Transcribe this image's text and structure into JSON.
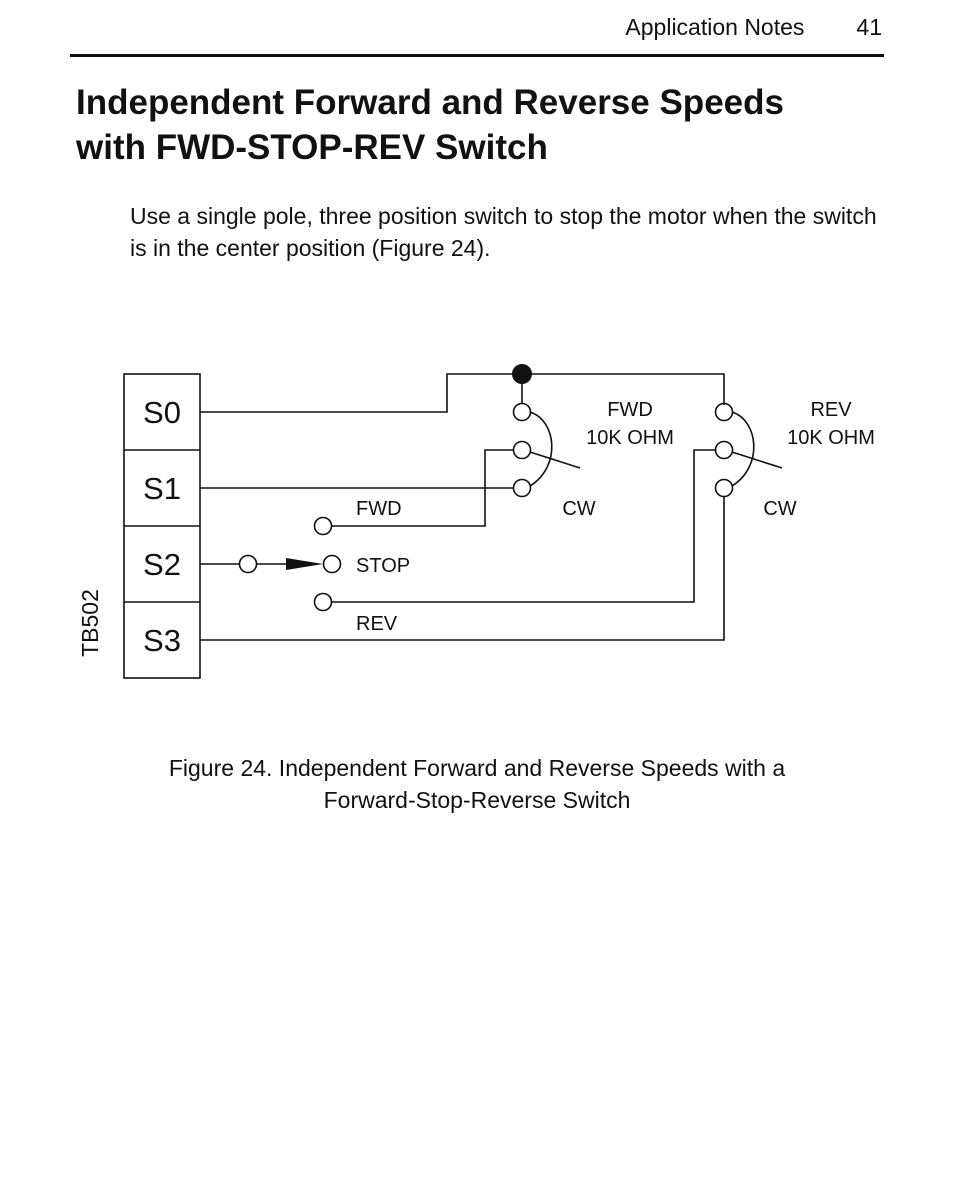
{
  "header": {
    "section": "Application Notes",
    "page_number": "41"
  },
  "title": {
    "line1": "Independent Forward and Reverse Speeds",
    "line2": "with FWD-STOP-REV Switch"
  },
  "intro": "Use a single pole, three position switch to stop the motor when the switch is in the center position (Figure 24).",
  "diagram": {
    "terminal_block": "TB502",
    "terminals": [
      "S0",
      "S1",
      "S2",
      "S3"
    ],
    "switch_positions": {
      "fwd": "FWD",
      "stop": "STOP",
      "rev": "REV"
    },
    "pots": [
      {
        "name": "FWD",
        "value": "10K OHM",
        "end": "CW"
      },
      {
        "name": "REV",
        "value": "10K OHM",
        "end": "CW"
      }
    ]
  },
  "caption": {
    "line1": "Figure 24.  Independent Forward and Reverse Speeds with a",
    "line2": "Forward-Stop-Reverse Switch"
  }
}
